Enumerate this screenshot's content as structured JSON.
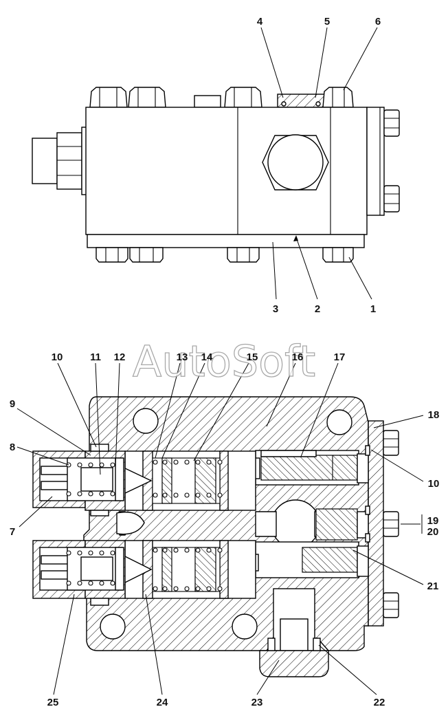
{
  "watermark": "AutoSoft",
  "colors": {
    "line": "#000000",
    "background": "#ffffff",
    "watermark_outline": "#9a9a9a"
  },
  "callouts": {
    "c1": "1",
    "c2": "2",
    "c3": "3",
    "c4": "4",
    "c5": "5",
    "c6": "6",
    "c7": "7",
    "c8": "8",
    "c9": "9",
    "c10a": "10",
    "c10b": "10",
    "c11": "11",
    "c12": "12",
    "c13": "13",
    "c14": "14",
    "c15": "15",
    "c16": "16",
    "c17": "17",
    "c18": "18",
    "c19": "19",
    "c20": "20",
    "c21": "21",
    "c22": "22",
    "c23": "23",
    "c24": "24",
    "c25": "25"
  }
}
